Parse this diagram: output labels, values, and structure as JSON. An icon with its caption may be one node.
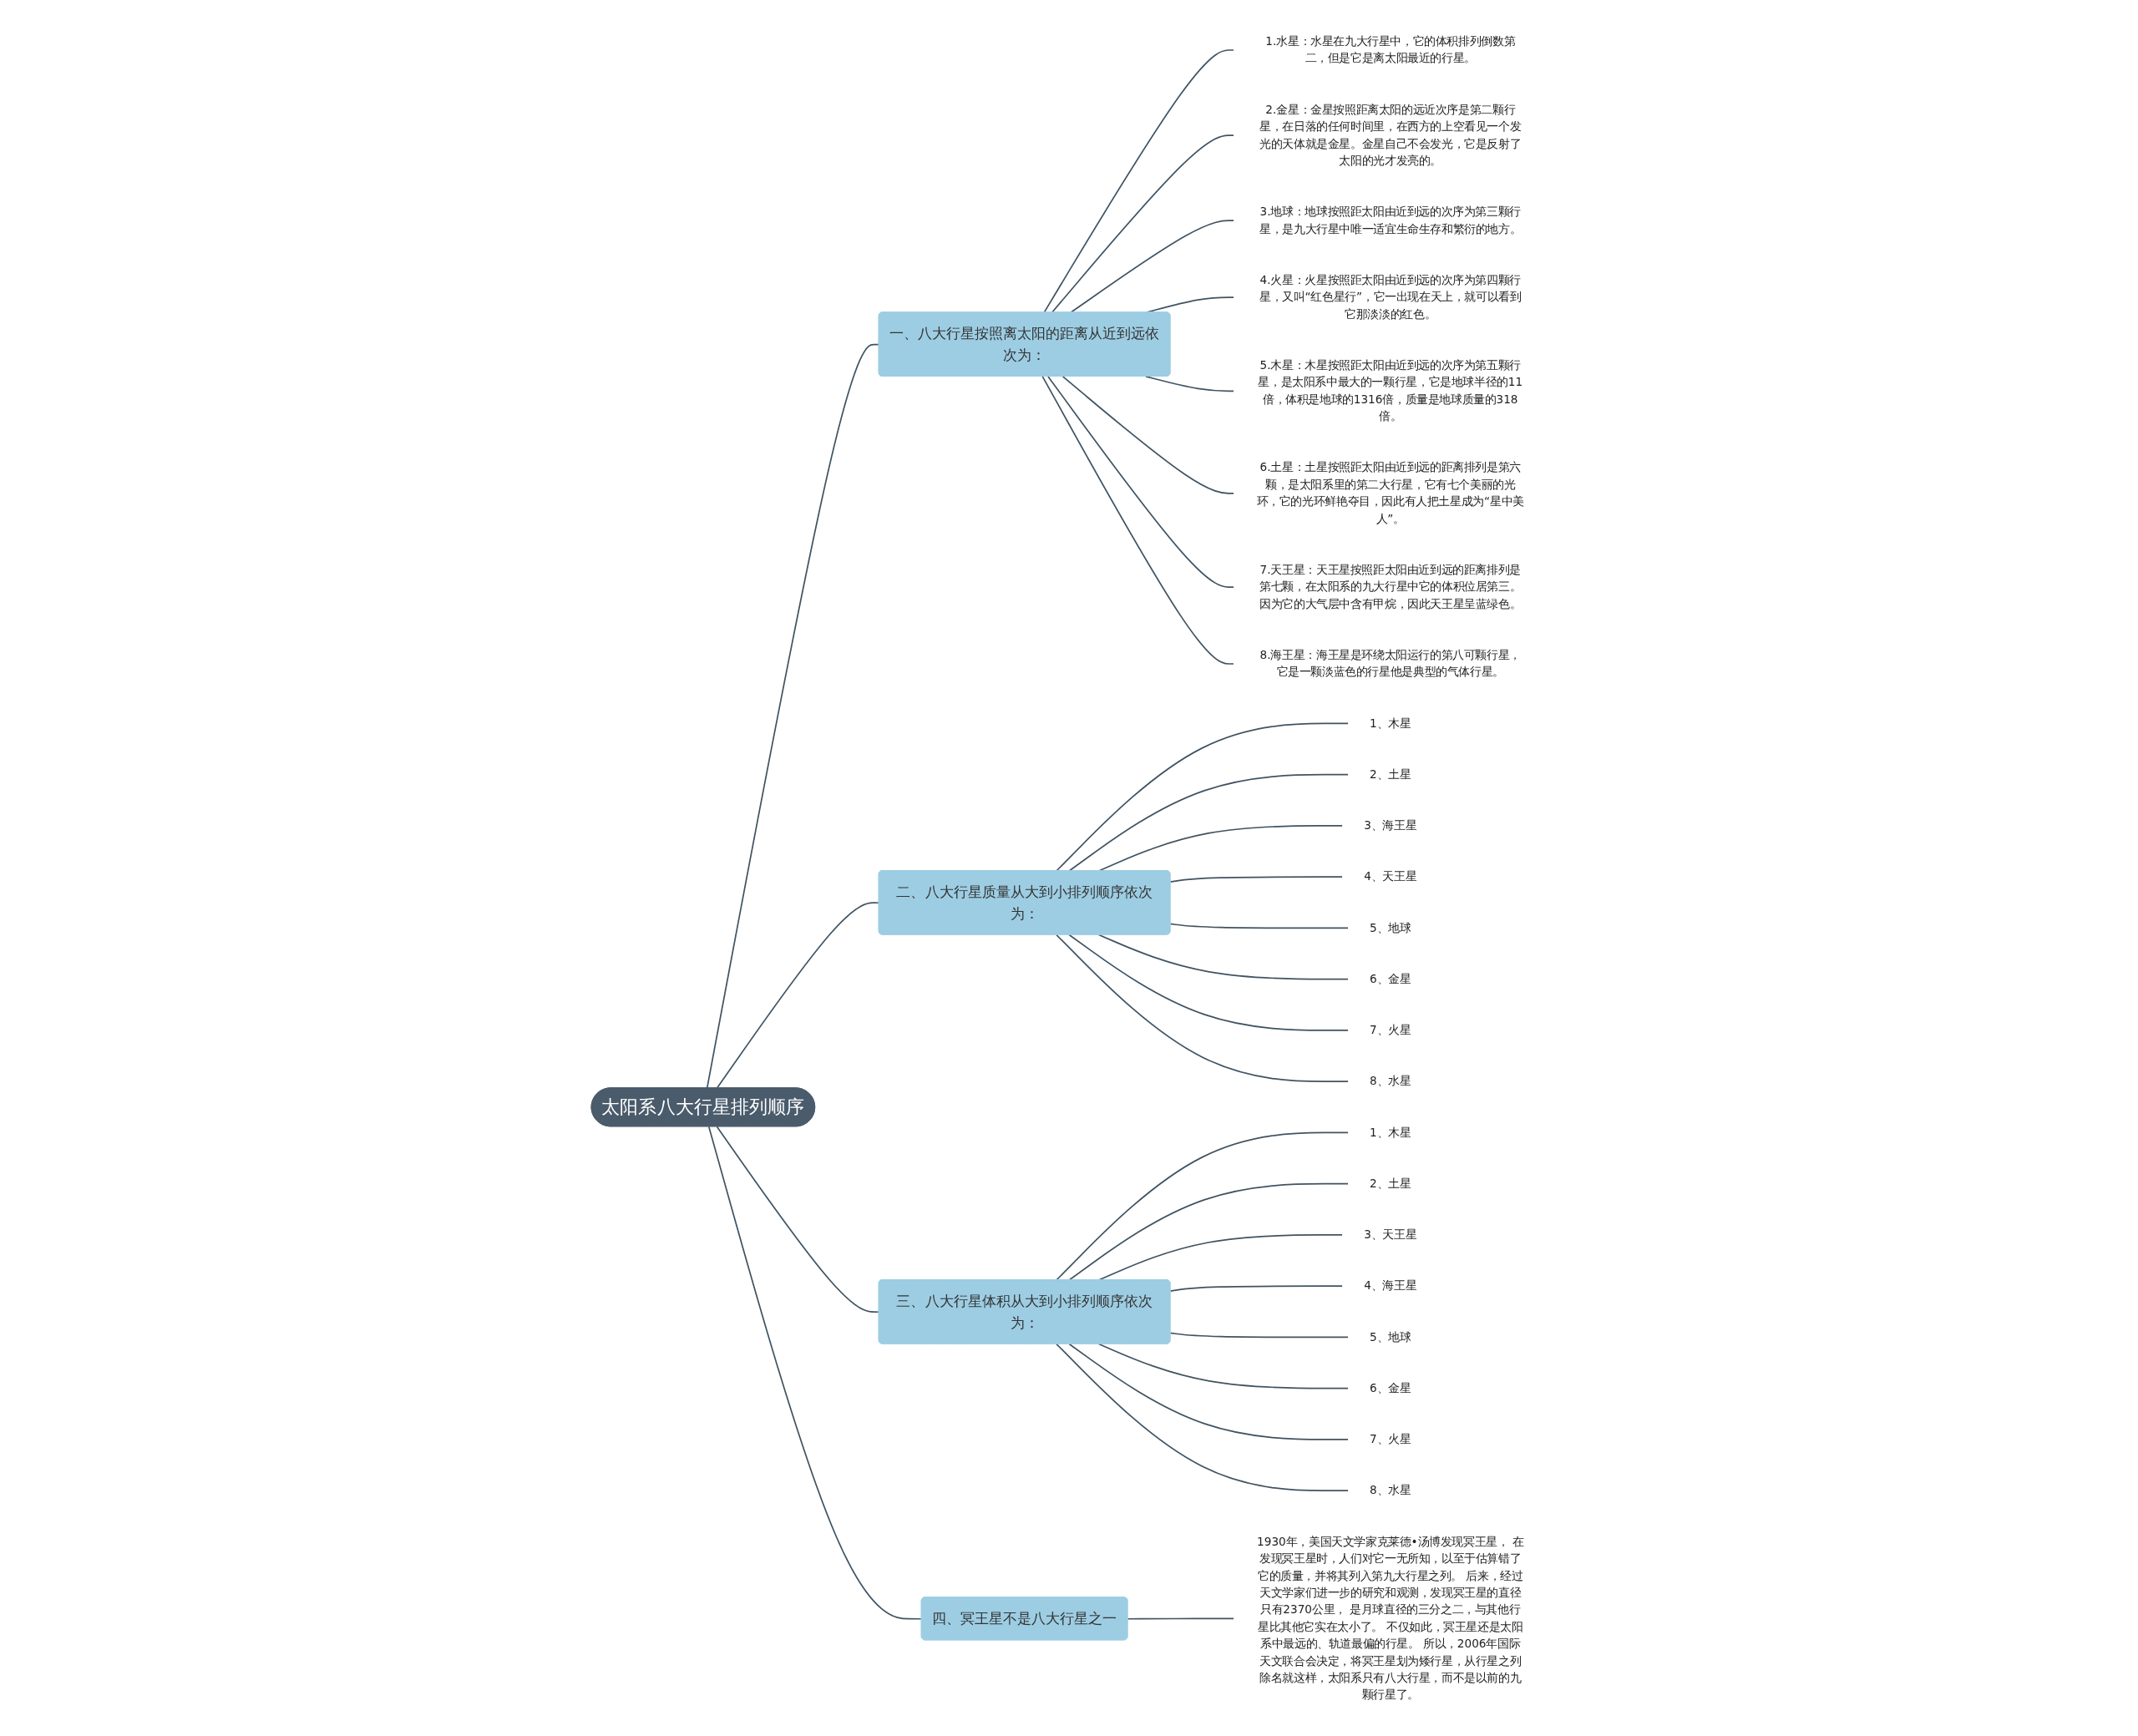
{
  "diagram": {
    "nodes": [
      {
        "text": [
          "太阳系八大行星排列顺序"
        ]
      },
      {
        "text": [
          "一、八大行星按照离太阳的距离从近到远依次为："
        ]
      },
      {
        "text": [
          "1.水星：水星在九大行星中，它的体积排列倒数第二，但是它是离太阳最近的行星。"
        ]
      },
      {
        "text": [
          "2.金星：金星按照距离太阳的远近次序是第二颗行星，在日落的任何时间里，在西方的上空看见一个发光的天体就是金星。金星自己不会发光，它是反射了太阳的光才发亮的。"
        ]
      },
      {
        "text": [
          "3.地球：地球按照距太阳由近到远的次序为第三颗行星，是九大行星中唯一适宜生命生存和繁衍的地方。"
        ]
      },
      {
        "text": [
          "4.火星：火星按照距太阳由近到远的次序为第四颗行星，又叫“红色星行”，它一出现在天上，就可以看到它那淡淡的红色。"
        ]
      },
      {
        "text": [
          "5.木星：木星按照距太阳由近到远的次序为第五颗行星，是太阳系中最大的一颗行星，它是地球半径的11倍，体积是地球的1316倍，质量是地球质量的318倍。"
        ]
      },
      {
        "text": [
          "6.土星：土星按照距太阳由近到远的距离排列是第六颗，是太阳系里的第二大行星，它有七个美丽的光环，它的光环鲜艳夺目，因此有人把土星成为“星中美人”。"
        ]
      },
      {
        "text": [
          "7.天王星：天王星按照距太阳由近到远的距离排列是第七颗，在太阳系的九大行星中它的体积位居第三。因为它的大气层中含有甲烷，因此天王星呈蓝绿色。"
        ]
      },
      {
        "text": [
          "8.海王星：海王星是环绕太阳运行的第八可颗行星，它是一颗淡蓝色的行星他是典型的气体行星。"
        ]
      },
      {
        "text": [
          "二、八大行星质量从大到小排列顺序依次为："
        ]
      },
      {
        "text": [
          "1、木星"
        ]
      },
      {
        "text": [
          "2、土星"
        ]
      },
      {
        "text": [
          "3、海王星"
        ]
      },
      {
        "text": [
          "4、天王星"
        ]
      },
      {
        "text": [
          "5、地球"
        ]
      },
      {
        "text": [
          "6、金星"
        ]
      },
      {
        "text": [
          "7、火星"
        ]
      },
      {
        "text": [
          "8、水星"
        ]
      },
      {
        "text": [
          "三、八大行星体积从大到小排列顺序依次为："
        ]
      },
      {
        "text": [
          "1、木星"
        ]
      },
      {
        "text": [
          "2、土星"
        ]
      },
      {
        "text": [
          "3、天王星"
        ]
      },
      {
        "text": [
          "4、海王星"
        ]
      },
      {
        "text": [
          "5、地球"
        ]
      },
      {
        "text": [
          "6、金星"
        ]
      },
      {
        "text": [
          "7、火星"
        ]
      },
      {
        "text": [
          "8、水星"
        ]
      },
      {
        "text": [
          "四、冥王星不是八大行星之一"
        ]
      },
      {
        "text": [
          "1930年，美国天文学家克莱德•汤博发现冥王星， 在发现冥王星时，人们对它一无所知，以至于估算错了它的质量，并将其列入第九大行星之列。 后来，经过天文学家们进一步的研究和观测，发现冥王星的直径只有2370公里， 是月球直径的三分之二，与其他行星比其他它实在太小了。 不仅如此，冥王星还是太阳系中最远的、轨道最偏的行星。 所以，2006年国际天文联合会决定，将冥王星划为矮行星，从行星之列除名就这样，太阳系只有八大行星，而不是以前的九颗行星了。"
        ]
      }
    ],
    "edges": [
      {
        "from": 0,
        "to": 1,
        "arrow": "none"
      },
      {
        "from": 1,
        "to": 2,
        "arrow": "none"
      },
      {
        "from": 1,
        "to": 3,
        "arrow": "none"
      },
      {
        "from": 1,
        "to": 4,
        "arrow": "none"
      },
      {
        "from": 1,
        "to": 5,
        "arrow": "none"
      },
      {
        "from": 1,
        "to": 6,
        "arrow": "none"
      },
      {
        "from": 1,
        "to": 7,
        "arrow": "none"
      },
      {
        "from": 1,
        "to": 8,
        "arrow": "none"
      },
      {
        "from": 1,
        "to": 9,
        "arrow": "none"
      },
      {
        "from": 0,
        "to": 10,
        "arrow": "none"
      },
      {
        "from": 10,
        "to": 11,
        "arrow": "none"
      },
      {
        "from": 10,
        "to": 12,
        "arrow": "none"
      },
      {
        "from": 10,
        "to": 13,
        "arrow": "none"
      },
      {
        "from": 10,
        "to": 14,
        "arrow": "none"
      },
      {
        "from": 10,
        "to": 15,
        "arrow": "none"
      },
      {
        "from": 10,
        "to": 16,
        "arrow": "none"
      },
      {
        "from": 10,
        "to": 17,
        "arrow": "none"
      },
      {
        "from": 10,
        "to": 18,
        "arrow": "none"
      },
      {
        "from": 0,
        "to": 19,
        "arrow": "none"
      },
      {
        "from": 19,
        "to": 20,
        "arrow": "none"
      },
      {
        "from": 19,
        "to": 21,
        "arrow": "none"
      },
      {
        "from": 19,
        "to": 22,
        "arrow": "none"
      },
      {
        "from": 19,
        "to": 23,
        "arrow": "none"
      },
      {
        "from": 19,
        "to": 24,
        "arrow": "none"
      },
      {
        "from": 19,
        "to": 25,
        "arrow": "none"
      },
      {
        "from": 19,
        "to": 26,
        "arrow": "none"
      },
      {
        "from": 19,
        "to": 27,
        "arrow": "none"
      },
      {
        "from": 0,
        "to": 28,
        "arrow": "none"
      },
      {
        "from": 28,
        "to": 29,
        "arrow": "none"
      }
    ]
  }
}
